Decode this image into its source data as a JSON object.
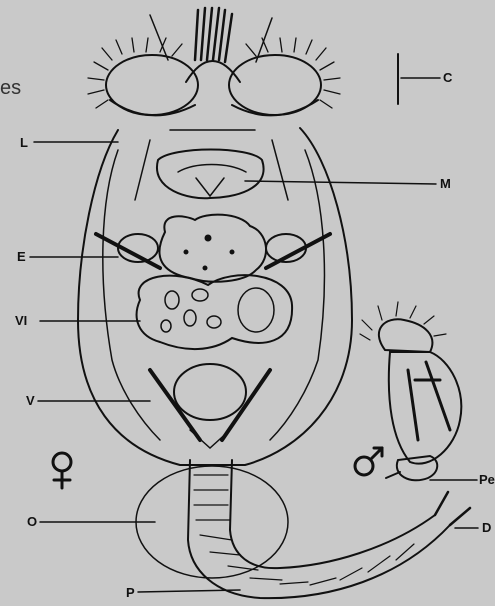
{
  "figure": {
    "fragment_text": "es",
    "labels": {
      "L": "L",
      "C": "C",
      "M": "M",
      "E": "E",
      "VI": "VI",
      "V": "V",
      "O": "O",
      "P": "P",
      "Pe": "Pe",
      "D": "D"
    },
    "symbols": {
      "female": "♀",
      "male": "♂"
    }
  },
  "colors": {
    "background": "#c9c9c9",
    "ink": "#111111"
  }
}
